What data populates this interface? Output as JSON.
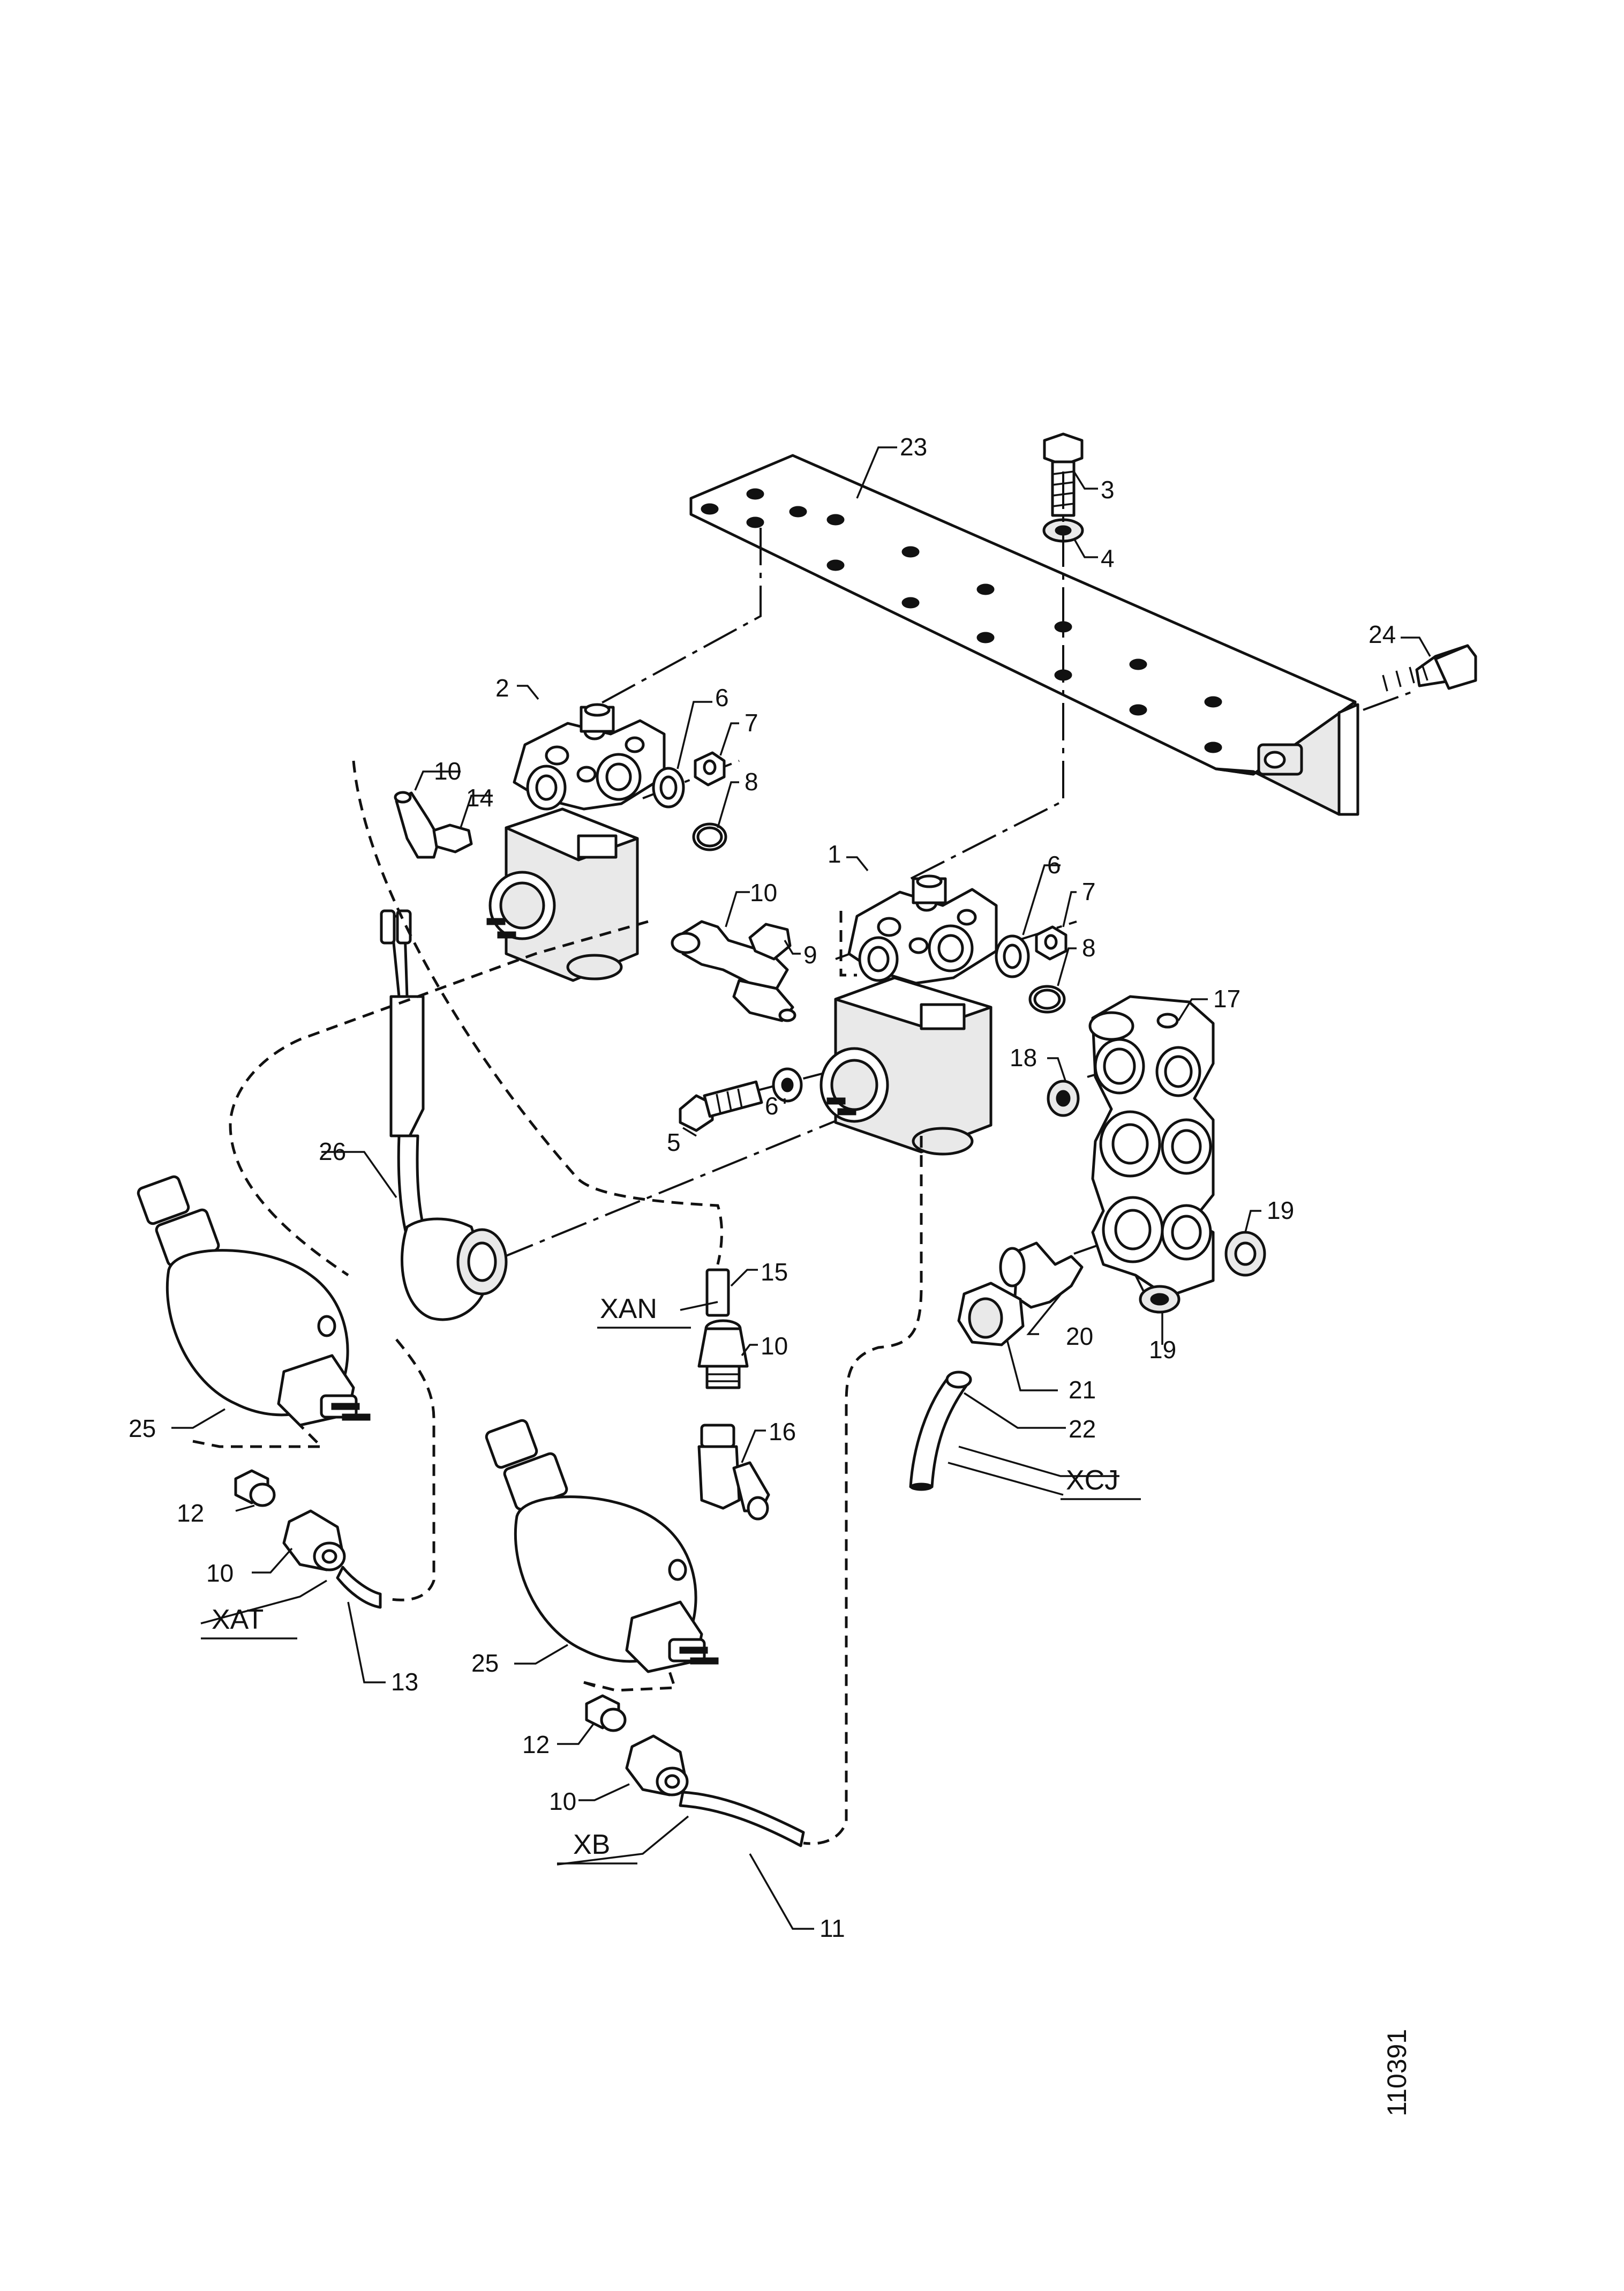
{
  "drawing_number": "110391",
  "callouts": {
    "c1": "1",
    "c2": "2",
    "c3": "3",
    "c4": "4",
    "c5": "5",
    "c6a": "6",
    "c6b": "6",
    "c6c": "6",
    "c7a": "7",
    "c7b": "7",
    "c8a": "8",
    "c8b": "8",
    "c9": "9",
    "c10a": "10",
    "c10b": "10",
    "c10c": "10",
    "c10d": "10",
    "c10e": "10",
    "c11": "11",
    "c12a": "12",
    "c12b": "12",
    "c13": "13",
    "c14": "14",
    "c15": "15",
    "c16": "16",
    "c17": "17",
    "c18": "18",
    "c19a": "19",
    "c19b": "19",
    "c20": "20",
    "c21": "21",
    "c22": "22",
    "c23": "23",
    "c24": "24",
    "c25a": "25",
    "c25b": "25",
    "c26": "26"
  },
  "connections": {
    "xan": "XAN",
    "xat": "XAT",
    "xb": "XB",
    "xcj": "XCJ"
  }
}
